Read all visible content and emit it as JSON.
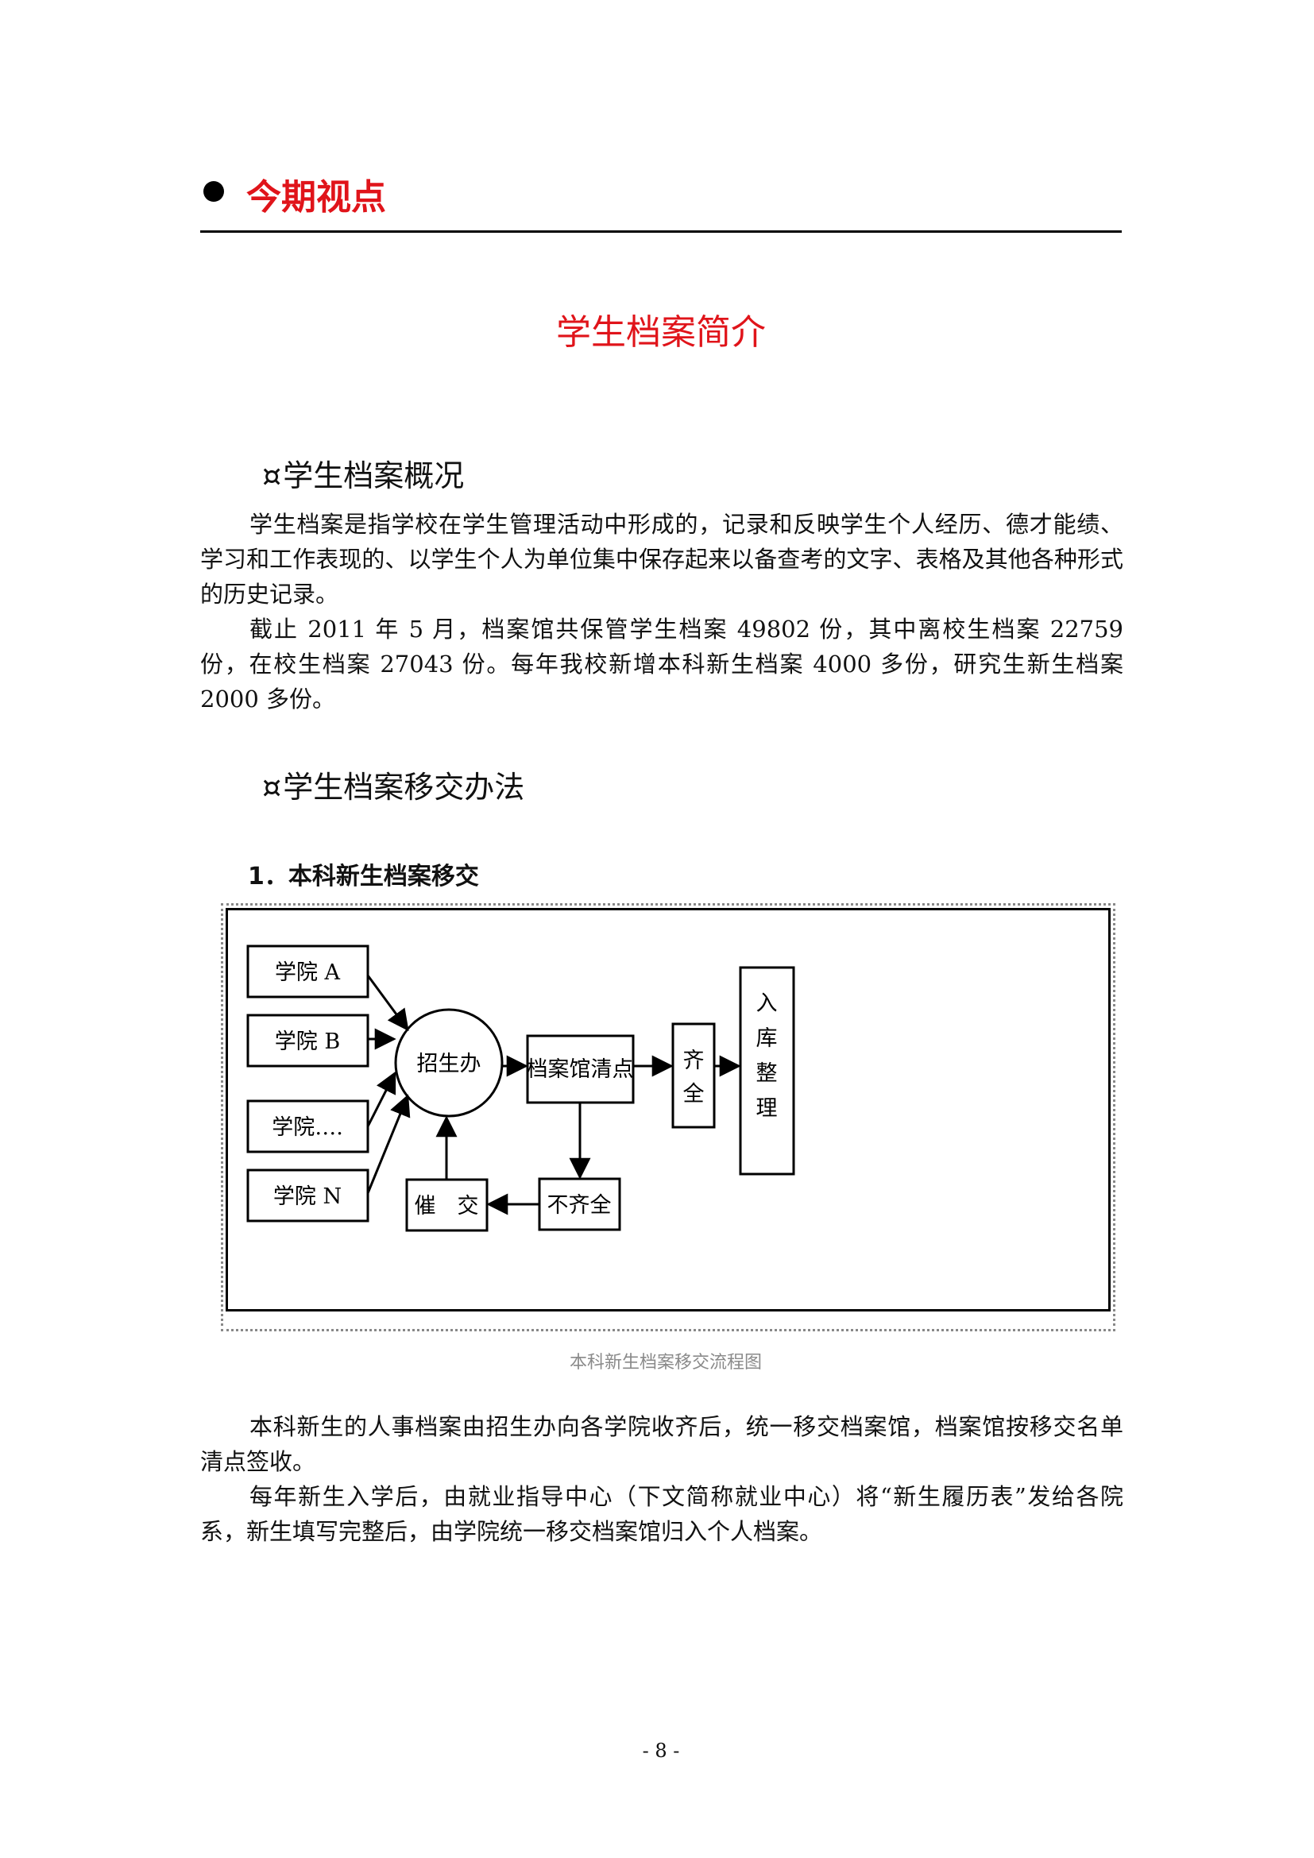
{
  "section": {
    "title": "今期视点"
  },
  "article": {
    "title": "学生档案简介"
  },
  "overview": {
    "heading_symbol": "¤",
    "heading": "学生档案概况",
    "paragraphs": [
      "学生档案是指学校在学生管理活动中形成的，记录和反映学生个人经历、德才能绩、学习和工作表现的、以学生个人为单位集中保存起来以备查考的文字、表格及其他各种形式的历史记录。",
      "截止 2011 年 5 月，档案馆共保管学生档案 49802 份，其中离校生档案 22759 份，在校生档案 27043 份。每年我校新增本科新生档案 4000 多份，研究生新生档案 2000 多份。"
    ]
  },
  "transfer": {
    "heading_symbol": "¤",
    "heading": "学生档案移交办法",
    "step1_title": "1．本科新生档案移交",
    "diagram": {
      "college_a": "学院 A",
      "college_b": "学院 B",
      "college_etc": "学院….",
      "college_n": "学院 N",
      "admissions": "招生办",
      "archive_check": "档案馆清点",
      "complete": [
        "齐",
        "全"
      ],
      "storage": [
        "入",
        "库",
        "整",
        "理"
      ],
      "incomplete": "不齐全",
      "urge": "催　交"
    },
    "caption": "本科新生档案移交流程图",
    "paragraphs": [
      "本科新生的人事档案由招生办向各学院收齐后，统一移交档案馆，档案馆按移交名单清点签收。",
      "每年新生入学后，由就业指导中心（下文简称就业中心）将“新生履历表”发给各院系，新生填写完整后，由学院统一移交档案馆归入个人档案。"
    ]
  },
  "footer": {
    "page_number": "- 8 -"
  }
}
